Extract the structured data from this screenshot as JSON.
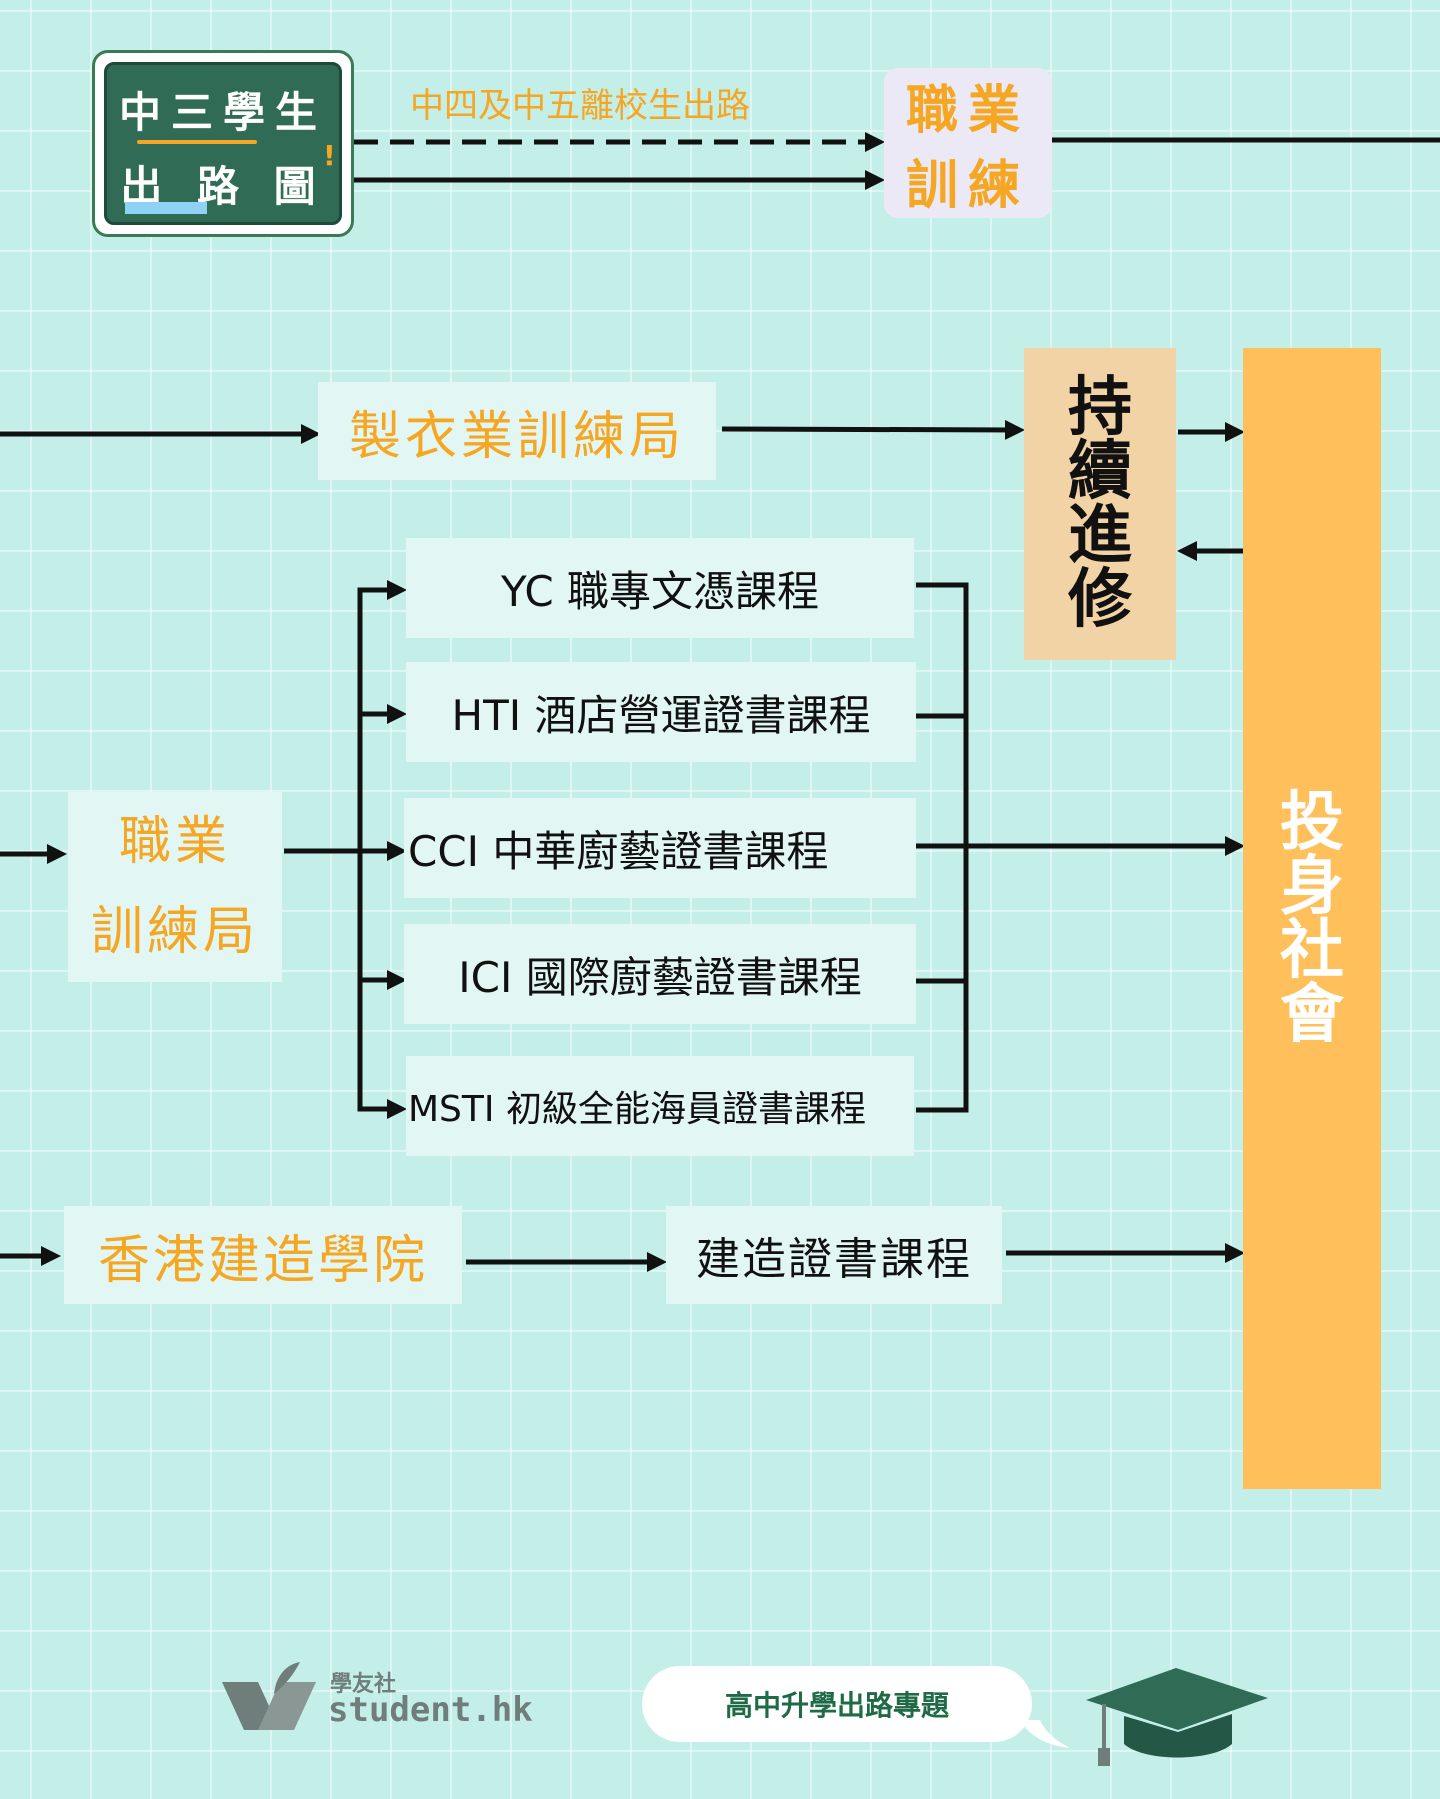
{
  "header": {
    "board_line1": "中三學生",
    "board_line2": "出 路 圖",
    "route_label": "中四及中五離校生出路",
    "vt_line1": "職業",
    "vt_line2": "訓練"
  },
  "branches": {
    "garment": "製衣業訓練局",
    "vtc_line1": "職業",
    "vtc_line2": "訓練局",
    "cic": "香港建造學院",
    "cic_course": "建造證書課程"
  },
  "courses": [
    "YC 職專文憑課程",
    "HTI 酒店營運證書課程",
    "CCI 中華廚藝證書課程",
    "ICI 國際廚藝證書課程",
    "MSTI 初級全能海員證書課程"
  ],
  "outcomes": {
    "further_study": [
      "持",
      "續",
      "進",
      "修"
    ],
    "work": [
      "投",
      "身",
      "社",
      "會"
    ]
  },
  "footer": {
    "brand_cn": "學友社",
    "brand_en": "student.hk",
    "topic": "高中升學出路專題"
  },
  "colors": {
    "background": "#c3efe8",
    "accent_orange": "#f5a623",
    "board_green": "#2f6b55",
    "further_study_box": "#f2d3a5",
    "work_box": "#ffbf5a"
  }
}
